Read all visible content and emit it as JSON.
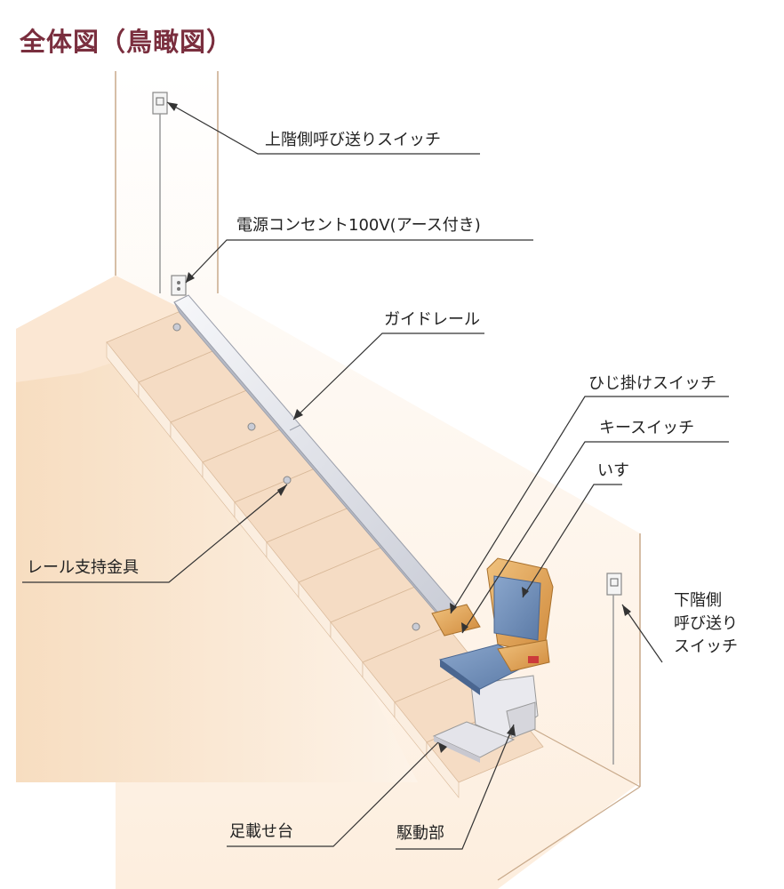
{
  "title": "全体図（鳥瞰図）",
  "labels": {
    "upper_call_switch": "上階側呼び送りスイッチ",
    "power_outlet": "電源コンセント100V(アース付き)",
    "guide_rail": "ガイドレール",
    "armrest_switch": "ひじ掛けスイッチ",
    "key_switch": "キースイッチ",
    "seat": "いす",
    "rail_bracket": "レール支持金具",
    "lower_call_switch_line1": "下階側",
    "lower_call_switch_line2": "呼び送り",
    "lower_call_switch_line3": "スイッチ",
    "footrest": "足載せ台",
    "drive_unit": "駆動部"
  },
  "colors": {
    "title": "#7a2e3e",
    "step_tread": "#f5dcc4",
    "step_riser": "#fbeee0",
    "rail": "#e4e6ec",
    "seat_frame": "#e0a860",
    "seat_cushion": "#6f8fb8"
  }
}
